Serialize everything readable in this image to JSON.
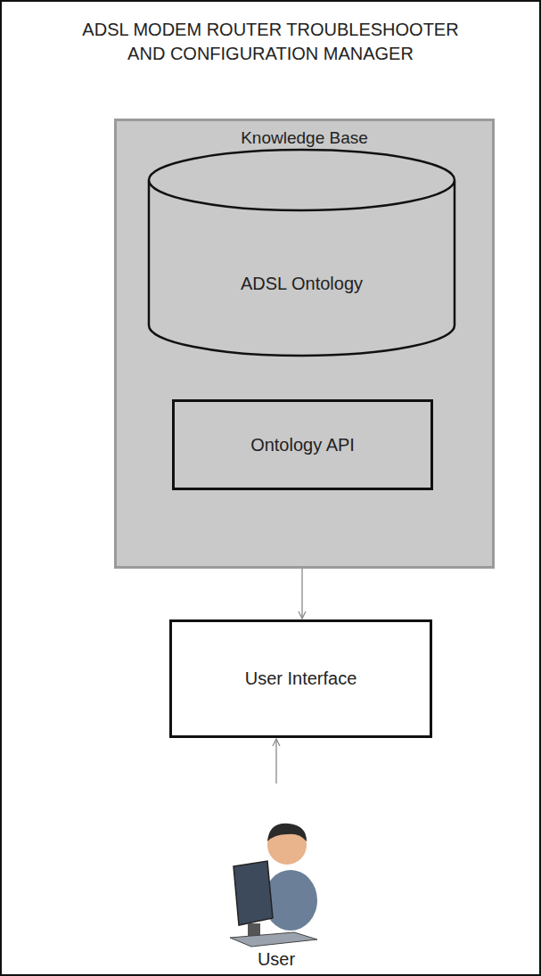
{
  "diagram": {
    "nodes": [
      {
        "text": [
          "ADSL MODEM ROUTER TROUBLESHOOTER AND CONFIGURATION MANAGER"
        ]
      },
      {
        "text": [
          "Knowledge Base"
        ],
        "in": 0
      },
      {
        "text": [
          "ADSL Ontology"
        ],
        "in": 1
      },
      {
        "text": [
          "Ontology API"
        ],
        "in": 1
      },
      {
        "text": [
          "User Interface"
        ],
        "in": 0
      },
      {
        "text": [
          "User"
        ],
        "in": 0
      }
    ],
    "edges": [
      {
        "from": 3,
        "to": 4,
        "arrow": "both"
      },
      {
        "from": 5,
        "to": 4,
        "arrow": "to"
      }
    ]
  }
}
